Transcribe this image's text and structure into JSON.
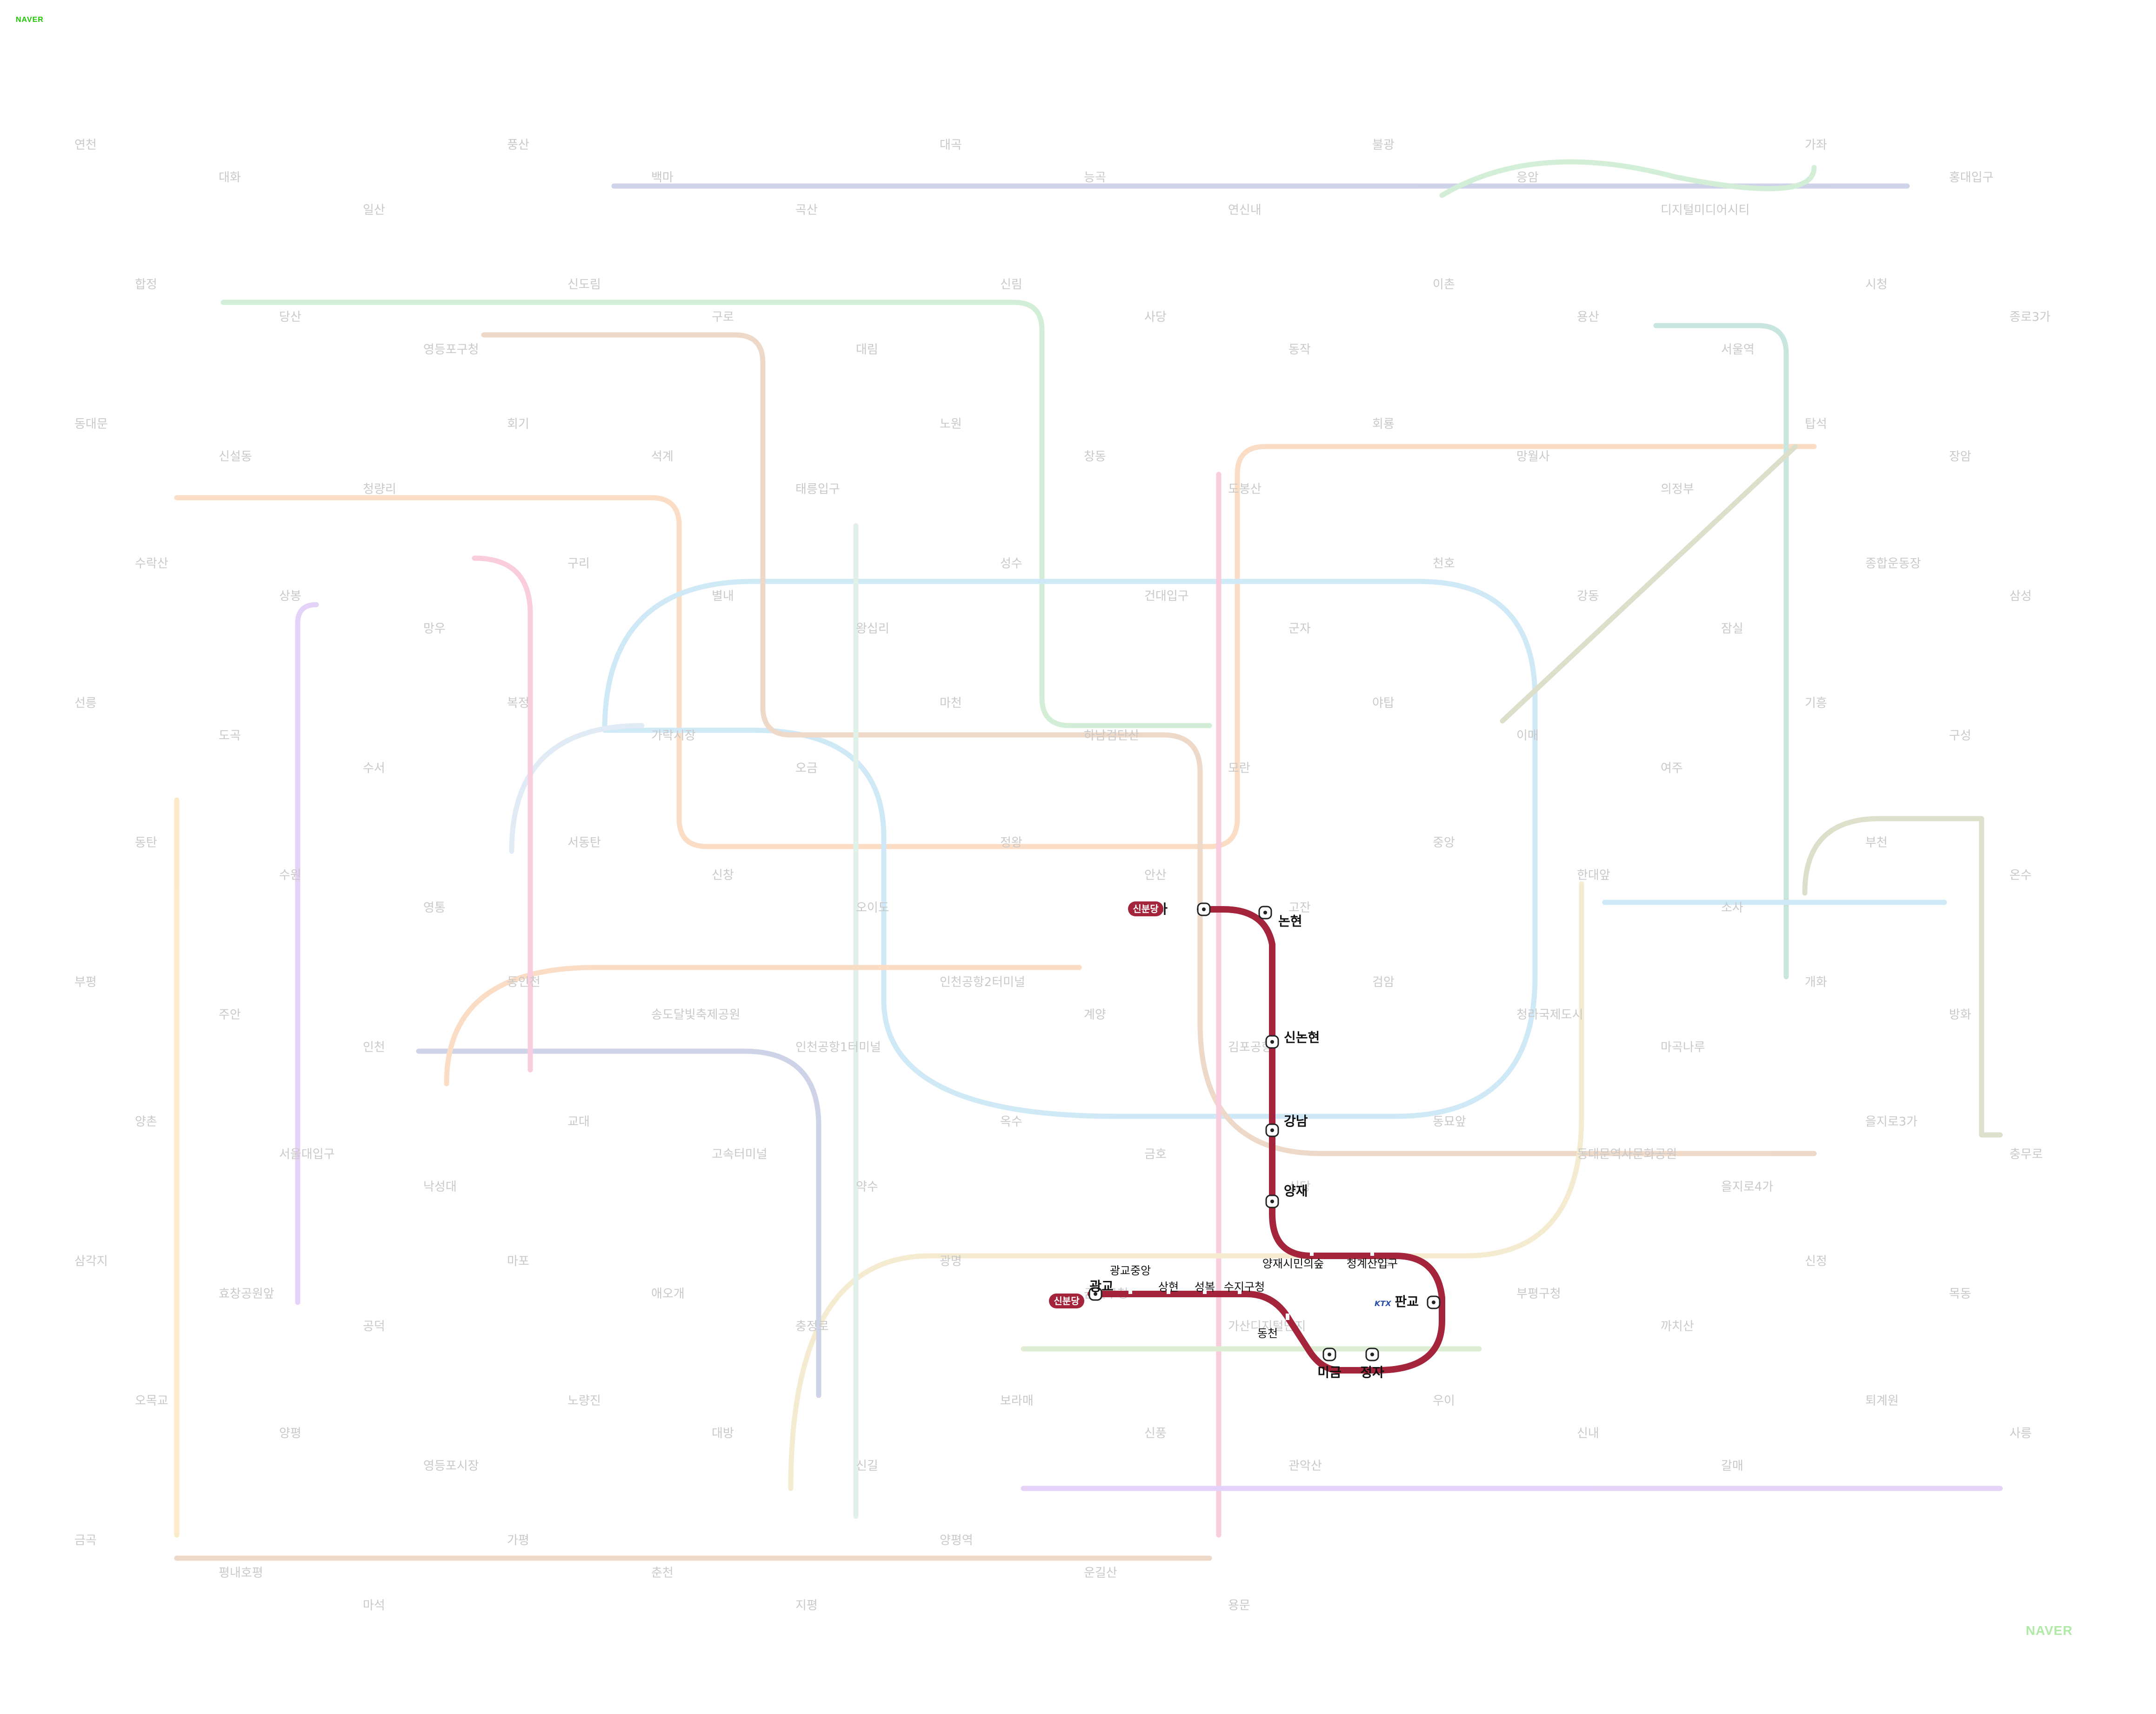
{
  "brand": "NAVER",
  "focus_line": {
    "name": "신분당",
    "color": "#a3243b",
    "stations": [
      {
        "name": "신사",
        "primary": true
      },
      {
        "name": "논현",
        "primary": true
      },
      {
        "name": "신논현",
        "primary": true
      },
      {
        "name": "강남",
        "primary": true
      },
      {
        "name": "양재",
        "primary": true
      },
      {
        "name": "양재시민의숲",
        "primary": false
      },
      {
        "name": "청계산입구",
        "primary": false
      },
      {
        "name": "판교",
        "primary": true
      },
      {
        "name": "정자",
        "primary": true
      },
      {
        "name": "미금",
        "primary": true
      },
      {
        "name": "동천",
        "primary": false
      },
      {
        "name": "수지구청",
        "primary": false
      },
      {
        "name": "성복",
        "primary": false
      },
      {
        "name": "상현",
        "primary": false
      },
      {
        "name": "광교중앙",
        "primary": false
      },
      {
        "name": "광교",
        "primary": true
      }
    ]
  },
  "ktx_badge": "KTX",
  "faded_lines": [
    {
      "color": "#263c96"
    },
    {
      "color": "#3cb44a"
    },
    {
      "color": "#f06a00"
    },
    {
      "color": "#2c9ede"
    },
    {
      "color": "#8936e0"
    },
    {
      "color": "#b5500b"
    },
    {
      "color": "#697215"
    },
    {
      "color": "#e51e6e"
    },
    {
      "color": "#d1a62c"
    },
    {
      "color": "#77c4a3"
    },
    {
      "color": "#f5a200"
    },
    {
      "color": "#0c8e72"
    },
    {
      "color": "#7ca8d5"
    },
    {
      "color": "#6fb245"
    }
  ],
  "faded_stations": [
    "연천",
    "대화",
    "일산",
    "풍산",
    "백마",
    "곡산",
    "대곡",
    "능곡",
    "연신내",
    "불광",
    "응암",
    "디지털미디어시티",
    "가좌",
    "홍대입구",
    "합정",
    "당산",
    "영등포구청",
    "신도림",
    "구로",
    "대림",
    "신림",
    "사당",
    "동작",
    "이촌",
    "용산",
    "서울역",
    "시청",
    "종로3가",
    "동대문",
    "신설동",
    "청량리",
    "회기",
    "석계",
    "태릉입구",
    "노원",
    "창동",
    "도봉산",
    "회룡",
    "망월사",
    "의정부",
    "탑석",
    "장암",
    "수락산",
    "상봉",
    "망우",
    "구리",
    "별내",
    "왕십리",
    "성수",
    "건대입구",
    "군자",
    "천호",
    "강동",
    "잠실",
    "종합운동장",
    "삼성",
    "선릉",
    "도곡",
    "수서",
    "복정",
    "가락시장",
    "오금",
    "마천",
    "하남검단산",
    "모란",
    "야탑",
    "이매",
    "여주",
    "기흥",
    "구성",
    "동탄",
    "수원",
    "영통",
    "서동탄",
    "신창",
    "오이도",
    "정왕",
    "안산",
    "고잔",
    "중앙",
    "한대앞",
    "소사",
    "부천",
    "온수",
    "부평",
    "주안",
    "인천",
    "동인천",
    "송도달빛축제공원",
    "인천공항1터미널",
    "인천공항2터미널",
    "계양",
    "김포공항",
    "검암",
    "청라국제도시",
    "마곡나루",
    "개화",
    "방화",
    "양촌",
    "서울대입구",
    "낙성대",
    "교대",
    "고속터미널",
    "약수",
    "옥수",
    "금호",
    "신당",
    "동묘앞",
    "동대문역사문화공원",
    "을지로4가",
    "을지로3가",
    "충무로",
    "삼각지",
    "효창공원앞",
    "공덕",
    "마포",
    "애오개",
    "충정로",
    "광명",
    "금천구청",
    "가산디지털단지",
    "석남",
    "부평구청",
    "까치산",
    "신정",
    "목동",
    "오목교",
    "양평",
    "영등포시장",
    "노량진",
    "대방",
    "신길",
    "보라매",
    "신풍",
    "관악산",
    "우이",
    "신내",
    "갈매",
    "퇴계원",
    "사릉",
    "금곡",
    "평내호평",
    "마석",
    "가평",
    "춘천",
    "지평",
    "양평역",
    "운길산",
    "용문"
  ]
}
